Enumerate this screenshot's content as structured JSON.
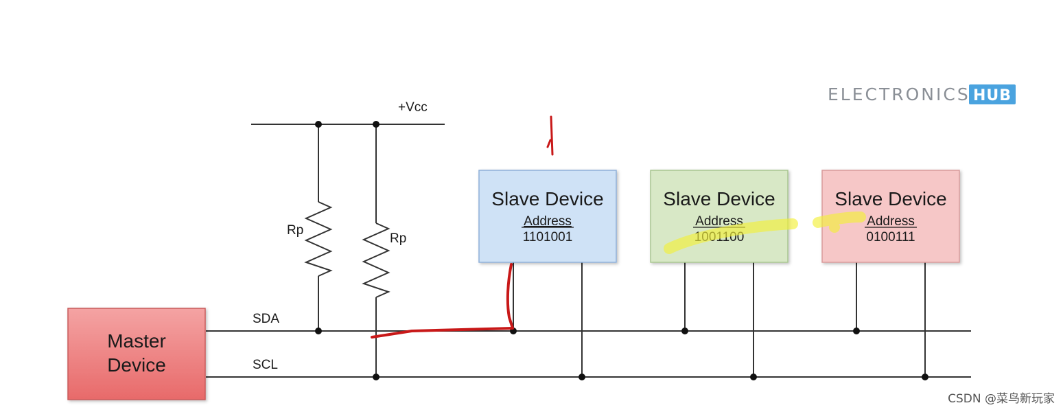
{
  "logo": {
    "text": "ELECTRONICS",
    "badge": "HUB",
    "badge_color": "#4aa3df"
  },
  "power": {
    "label": "+Vcc"
  },
  "resistors": [
    {
      "label": "Rp"
    },
    {
      "label": "Rp"
    }
  ],
  "bus": {
    "sda_label": "SDA",
    "scl_label": "SCL"
  },
  "master": {
    "line1": "Master",
    "line2": "Device",
    "color": "#f08585"
  },
  "slaves": [
    {
      "title": "Slave Device",
      "address_label": "Address",
      "address": "1101001",
      "color": "#cfe2f6"
    },
    {
      "title": "Slave Device",
      "address_label": "Address",
      "address": "1001100",
      "color": "#d8e8c6"
    },
    {
      "title": "Slave Device",
      "address_label": "Address",
      "address": "0100111",
      "color": "#f6c7c7"
    }
  ],
  "annotations": {
    "red_ink": "#c81818",
    "yellow_highlight": "#f3f03a"
  },
  "watermark": "CSDN @菜鸟新玩家"
}
